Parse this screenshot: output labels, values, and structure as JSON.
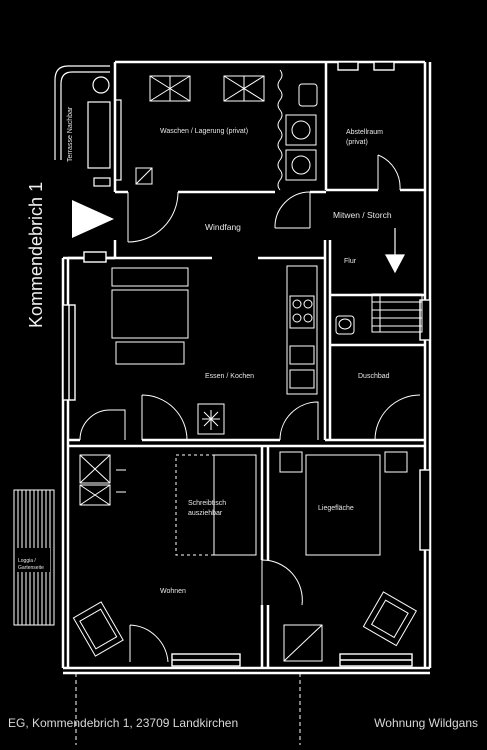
{
  "street_label": "Kommendebrich 1",
  "rooms": {
    "terrace": "Terrasse Nachbar",
    "laundry": "Waschen / Lagerung (privat)",
    "storage": "Abstellraum (privat)",
    "stairs": "Mitwen / Storch",
    "hallway": "Windfang",
    "corridor": "Flur",
    "kitchen": "Essen / Kochen",
    "bath": "Duschbad",
    "desk": "Schreibtisch ausziehbar",
    "bed": "Liegefläche",
    "living": "Wohnen",
    "balcony": "Loggia / Gartenseite"
  },
  "footer": {
    "address": "EG, Kommendebrich 1, 23709 Landkirchen",
    "title": "Wohnung Wildgans"
  },
  "colors": {
    "background": "#000000",
    "lines": "#ffffff"
  }
}
